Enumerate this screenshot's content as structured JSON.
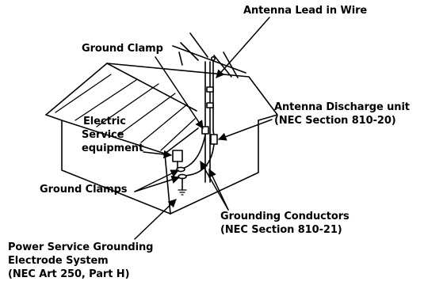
{
  "labels": {
    "antenna_lead": "Antenna Lead in Wire",
    "ground_clamp": "Ground Clamp",
    "electric_service": [
      "Electric",
      "Service",
      "equipment"
    ],
    "discharge_unit": [
      "Antenna Discharge unit",
      "(NEC Section 810-20)"
    ],
    "ground_clamps": "Ground Clamps",
    "grounding_conductors": [
      "Grounding Conductors",
      "(NEC Section 810-21)"
    ],
    "power_service": [
      "Power Service Grounding",
      "Electrode System",
      "(NEC Art 250, Part H)"
    ]
  }
}
